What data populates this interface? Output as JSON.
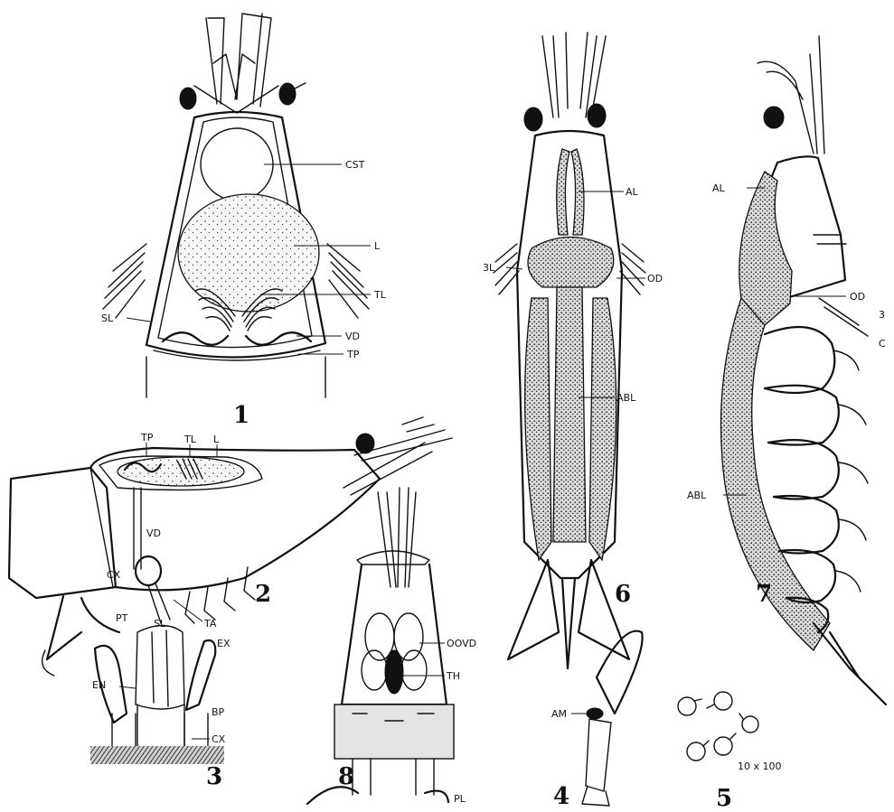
{
  "plate": {
    "ink_color": "#111111",
    "background": "#ffffff",
    "figures": [
      {
        "id": "fig1",
        "number": "1",
        "labels": {
          "cst": "CST",
          "l": "L",
          "tl": "TL",
          "sl": "SL",
          "vd": "VD",
          "tp": "TP"
        }
      },
      {
        "id": "fig2",
        "number": "2",
        "labels": {
          "tp": "TP",
          "tl": "TL",
          "l": "L",
          "vd": "VD",
          "cx": "CX",
          "pt": "PT",
          "sl": "SL",
          "ta": "TA"
        }
      },
      {
        "id": "fig3",
        "number": "3",
        "labels": {
          "ex": "EX",
          "en": "EN",
          "bp": "BP",
          "cx": "CX"
        }
      },
      {
        "id": "fig4",
        "number": "4",
        "labels": {
          "am": "AM"
        }
      },
      {
        "id": "fig5",
        "number": "5",
        "labels": {
          "scale": "10 x 100"
        }
      },
      {
        "id": "fig6",
        "number": "6",
        "labels": {
          "al": "AL",
          "3l": "3L",
          "od": "OD",
          "abl": "ABL"
        }
      },
      {
        "id": "fig7",
        "number": "7",
        "labels": {
          "al": "AL",
          "od": "OD",
          "3": "3",
          "c": "C",
          "abl": "ABL"
        }
      },
      {
        "id": "fig8",
        "number": "8",
        "labels": {
          "oovd": "OOVD",
          "th": "TH",
          "pl": "PL"
        }
      }
    ]
  }
}
